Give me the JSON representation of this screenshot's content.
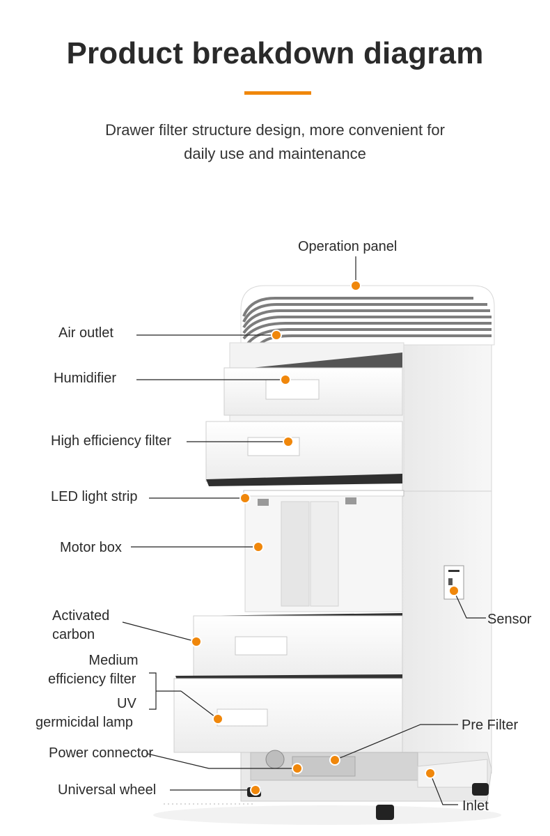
{
  "header": {
    "title": "Product breakdown diagram",
    "subtitle_line1": "Drawer filter structure design, more convenient for",
    "subtitle_line2": "daily use and maintenance",
    "accent_color": "#f0870b"
  },
  "callouts": {
    "operation_panel": "Operation panel",
    "air_outlet": "Air outlet",
    "humidifier": "Humidifier",
    "high_efficiency_filter": "High efficiency filter",
    "led_light_strip": "LED light strip",
    "motor_box": "Motor box",
    "activated_carbon_line1": "Activated",
    "activated_carbon_line2": "carbon",
    "medium_filter_line1": "Medium",
    "medium_filter_line2": "efficiency filter",
    "uv_line1": "UV",
    "uv_line2": "germicidal lamp",
    "power_connector": "Power connector",
    "universal_wheel": "Universal wheel",
    "sensor": "Sensor",
    "pre_filter": "Pre Filter",
    "inlet": "Inlet"
  },
  "marker_color": "#f0870b",
  "icons": {
    "marker": "orange-dot-icon"
  }
}
